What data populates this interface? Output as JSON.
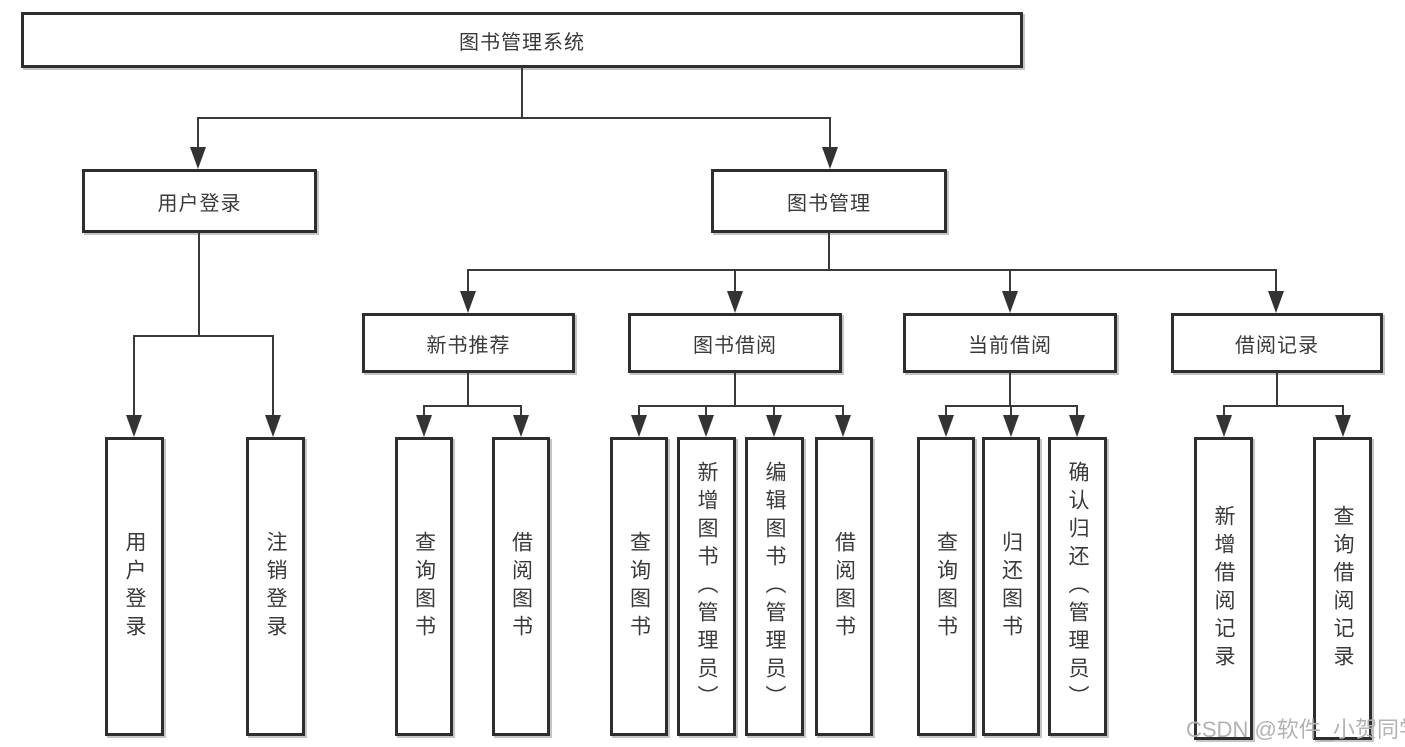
{
  "diagram": {
    "title": "图书管理系统",
    "root": {
      "label": "图书管理系统"
    },
    "level2": [
      {
        "label": "用户登录"
      },
      {
        "label": "图书管理"
      }
    ],
    "level3": [
      {
        "label": "新书推荐"
      },
      {
        "label": "图书借阅"
      },
      {
        "label": "当前借阅"
      },
      {
        "label": "借阅记录"
      }
    ],
    "leaves": [
      {
        "label": "用户登录",
        "parent": "用户登录"
      },
      {
        "label": "注销登录",
        "parent": "用户登录"
      },
      {
        "label": "查询图书",
        "parent": "新书推荐"
      },
      {
        "label": "借阅图书",
        "parent": "新书推荐"
      },
      {
        "label": "查询图书",
        "parent": "图书借阅"
      },
      {
        "label": "新增图书（管理员）",
        "parent": "图书借阅"
      },
      {
        "label": "编辑图书（管理员）",
        "parent": "图书借阅"
      },
      {
        "label": "借阅图书",
        "parent": "图书借阅"
      },
      {
        "label": "查询图书",
        "parent": "当前借阅"
      },
      {
        "label": "归还图书",
        "parent": "当前借阅"
      },
      {
        "label": "确认归还（管理员）",
        "parent": "当前借阅"
      },
      {
        "label": "新增借阅记录",
        "parent": "借阅记录"
      },
      {
        "label": "查询借阅记录",
        "parent": "借阅记录"
      }
    ],
    "colors": {
      "border": "#2e2e2e",
      "text": "#3a3a3a",
      "line": "#3a3a3a",
      "watermark_color": "#b3b3b3",
      "background": "#ffffff"
    },
    "watermark": "CSDN @软件_小贺同学"
  }
}
